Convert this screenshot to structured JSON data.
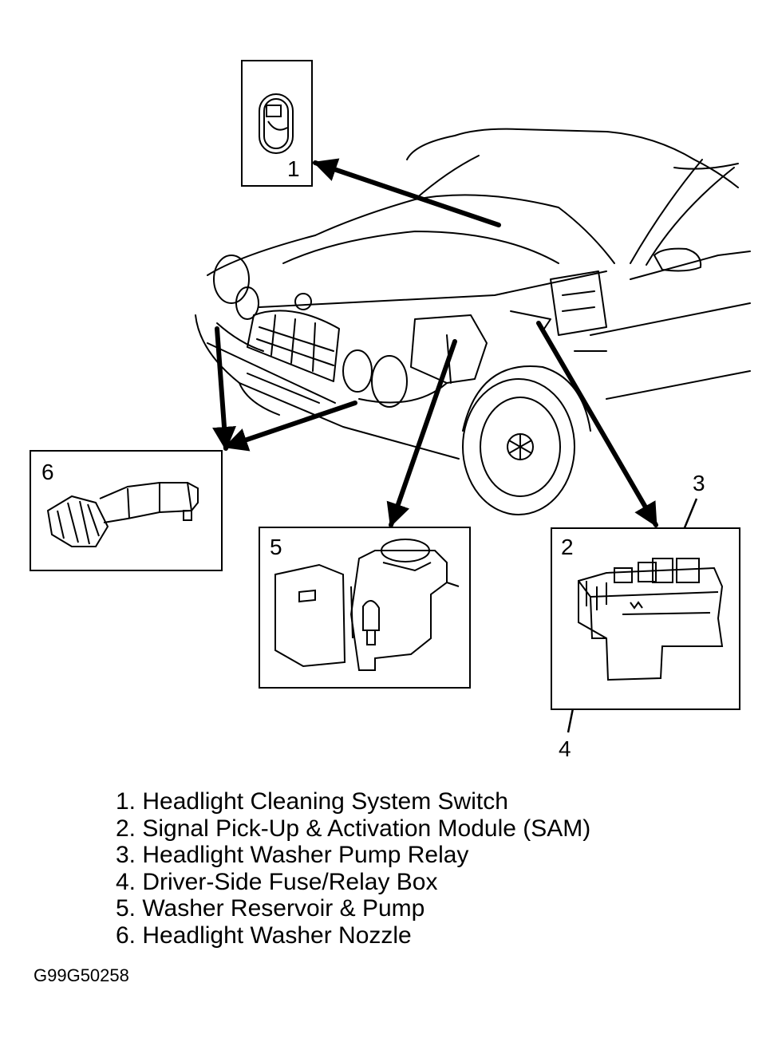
{
  "callouts": {
    "c1": "1",
    "c2": "2",
    "c3": "3",
    "c4": "4",
    "c5": "5",
    "c6": "6"
  },
  "legend": [
    "1. Headlight Cleaning System Switch",
    "2. Signal Pick-Up & Activation Module (SAM)",
    "3. Headlight Washer Pump Relay",
    "4. Driver-Side Fuse/Relay Box",
    "5. Washer Reservoir & Pump",
    "6. Headlight Washer Nozzle"
  ],
  "figure_code": "G99G50258",
  "colors": {
    "line": "#000000",
    "background": "#ffffff"
  }
}
